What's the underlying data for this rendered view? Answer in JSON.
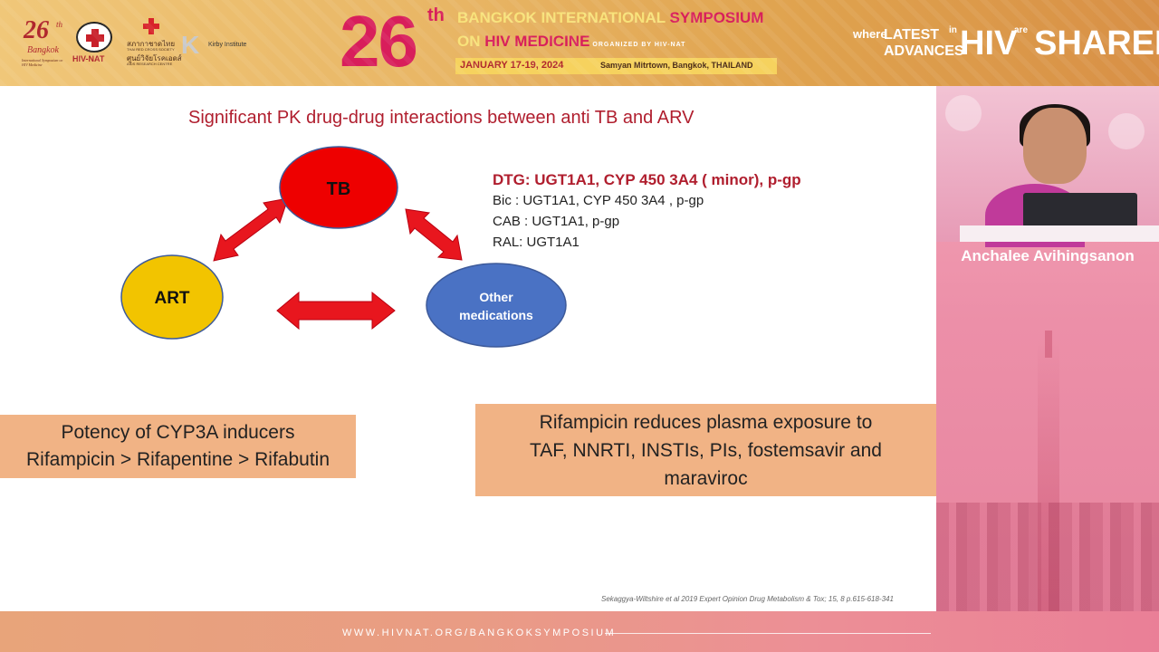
{
  "banner": {
    "logo_26_number": "26",
    "logo_26_suffix": "th",
    "logo_26_city": "Bangkok",
    "logo_26_subtitle": "International Symposium on HIV Medicine",
    "hivnat_logo_text": "HIV-NAT",
    "redcross_line1": "สภากาชาดไทย",
    "redcross_line2": "THAI RED CROSS SOCIETY",
    "redcross_line3": "ศูนย์วิจัยโรคเอดส์",
    "redcross_line4": "AIDS RESEARCH CENTRE",
    "kirby_text": "Kirby Institute",
    "edition_number": "26",
    "edition_suffix": "th",
    "symposium_line1_a": "BANGKOK INTERNATIONAL ",
    "symposium_line1_b": "SYMPOSIUM",
    "symposium_line2_a": "ON ",
    "symposium_line2_b": "HIV MEDICINE",
    "organizer": "ORGANIZED BY HIV-NAT",
    "dates": "JANUARY 17-19, 2024",
    "venue": "Samyan Mitrtown, Bangkok, THAILAND",
    "tagline_where": "where",
    "tagline_latest": "LATEST",
    "tagline_advances": "ADVANCES",
    "tagline_in": "in",
    "tagline_hiv": "HIV",
    "tagline_are": "are",
    "tagline_shared": "SHARED"
  },
  "slide": {
    "title": "Significant PK drug-drug interactions between anti TB and ARV",
    "nodes": {
      "tb": "TB",
      "art": "ART",
      "other_line1": "Other",
      "other_line2": "medications"
    },
    "drug_interactions": {
      "dtg": "DTG: UGT1A1, CYP 450 3A4 ( minor), p-gp",
      "bic": "Bic : UGT1A1, CYP 450 3A4 , p-gp",
      "cab": "CAB : UGT1A1, p-gp",
      "ral": "RAL: UGT1A1"
    },
    "box_left_line1": "Potency of CYP3A inducers",
    "box_left_line2": "Rifampicin > Rifapentine > Rifabutin",
    "box_right_line1": "Rifampicin reduces plasma exposure to",
    "box_right_line2": "TAF, NNRTI, INSTIs, PIs, fostemsavir and",
    "box_right_line3": "maraviroc",
    "citation": "Sekaggya-Wiltshire et al 2019 Expert Opinion Drug Metabolism & Tox; 15, 8 p.615-618-341",
    "colors": {
      "title": "#b01e2e",
      "tb_node": "#ee0000",
      "art_node": "#f2c400",
      "other_node": "#4a72c4",
      "arrow": "#e8161e",
      "box_fill": "#f1b385",
      "flow_arrow": "#3f6cc0"
    }
  },
  "speaker": {
    "name": "Anchalee Avihingsanon"
  },
  "footer": {
    "url": "WWW.HIVNAT.ORG/BANGKOKSYMPOSIUM"
  }
}
